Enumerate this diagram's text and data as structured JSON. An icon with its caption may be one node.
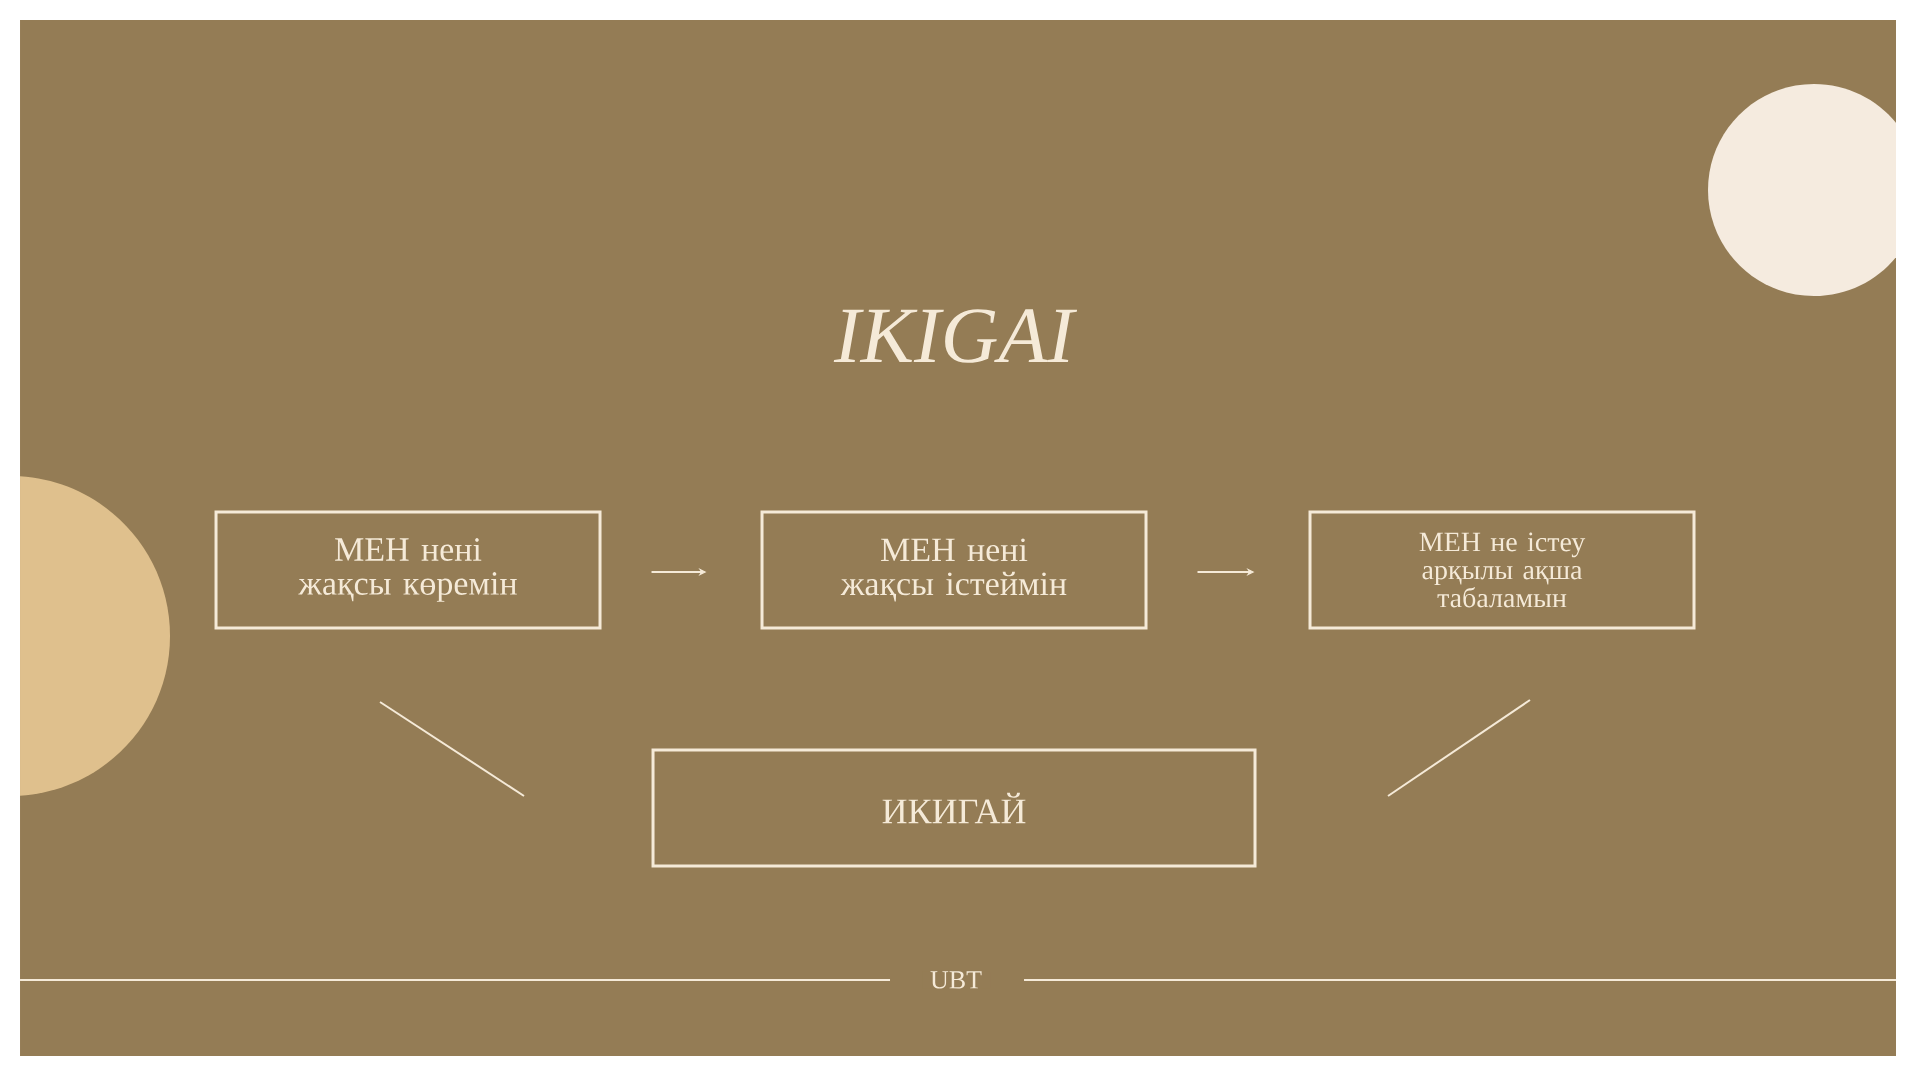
{
  "diagram": {
    "title": "IKIGAI",
    "nodes": [
      {
        "text": [
          "МЕН нені жақсы көремін"
        ]
      },
      {
        "text": [
          "МЕН нені жақсы істеймін"
        ]
      },
      {
        "text": [
          "МЕН не істеу арқылы ақша табаламын"
        ]
      },
      {
        "text": [
          "ИКИГАЙ"
        ]
      }
    ],
    "edges": [
      {
        "from": 0,
        "to": 1,
        "arrow": "to"
      },
      {
        "from": 1,
        "to": 2,
        "arrow": "to"
      }
    ],
    "labels": [
      "UBT"
    ]
  }
}
